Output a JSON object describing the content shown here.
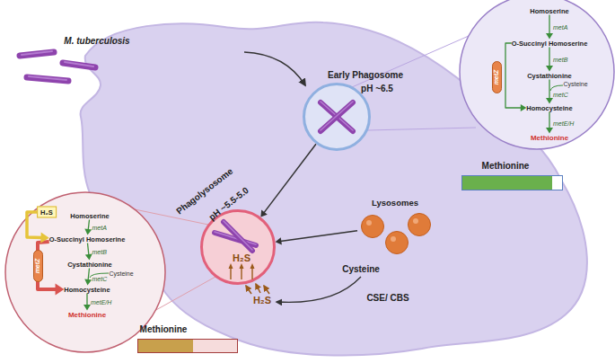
{
  "diagram": {
    "nodes": [
      {
        "text": [
          "Early Phagosome",
          "pH ~6.5"
        ]
      },
      {
        "text": [
          "Phagolysosome",
          "pH ~5.5-5.0",
          "H₂S"
        ]
      },
      {
        "text": [
          "Lysosomes"
        ]
      },
      {
        "text": [
          "Methionine"
        ]
      },
      {
        "text": [
          "Methionine"
        ]
      },
      {
        "text": [
          "Homoserine"
        ]
      },
      {
        "text": [
          "O-Succinyl Homoserine"
        ]
      },
      {
        "text": [
          "Cystathionine"
        ]
      },
      {
        "text": [
          "Homocysteine"
        ]
      },
      {
        "text": [
          "Methionine"
        ]
      },
      {
        "text": [
          "metZ"
        ]
      },
      {
        "text": [
          "H₂S"
        ]
      },
      {
        "text": [
          "Homoserine"
        ]
      },
      {
        "text": [
          "O-Succinyl Homoserine"
        ]
      },
      {
        "text": [
          "Cystathionine"
        ]
      },
      {
        "text": [
          "Homocysteine"
        ]
      },
      {
        "text": [
          "Methionine"
        ]
      },
      {
        "text": [
          "metZ"
        ]
      }
    ],
    "edges": [
      {
        "from": 5,
        "to": 6,
        "label": "metA",
        "arrow": "to"
      },
      {
        "from": 6,
        "to": 7,
        "label": "metB",
        "arrow": "to"
      },
      {
        "from": 7,
        "to": 8,
        "label": "metC",
        "arrow": "to"
      },
      {
        "from": 8,
        "to": 9,
        "label": "metE/H",
        "arrow": "to"
      },
      {
        "from": 6,
        "to": 8,
        "arrow": "to"
      },
      {
        "from": 11,
        "to": 13,
        "arrow": "to"
      },
      {
        "from": 12,
        "to": 13,
        "label": "metA",
        "arrow": "to"
      },
      {
        "from": 13,
        "to": 14,
        "label": "metB",
        "arrow": "to"
      },
      {
        "from": 14,
        "to": 15,
        "label": "metC",
        "arrow": "to"
      },
      {
        "from": 15,
        "to": 16,
        "label": "metE/H",
        "arrow": "to"
      },
      {
        "from": 13,
        "to": 15,
        "arrow": "to"
      },
      {
        "from": 0,
        "to": 1,
        "arrow": "to"
      },
      {
        "from": 2,
        "to": 1,
        "arrow": "to"
      }
    ],
    "labels": [
      "M. tuberculosis",
      "Cysteine",
      "Cysteine",
      "Cysteine",
      "CSE/ CBS",
      "H₂S"
    ]
  }
}
